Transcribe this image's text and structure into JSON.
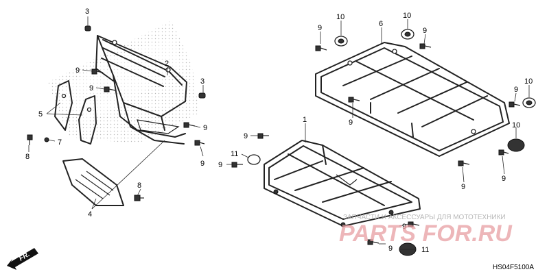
{
  "diagram_code": "HS04F5100A",
  "direction_label": "FR.",
  "watermark": {
    "tagline": "ЗАПЧАСТИ И АКСЕССУАРЫ ДЛЯ МОТОТЕХНИКИ",
    "brand": "PARTS FOR.RU"
  },
  "callouts": [
    {
      "id": "c3a",
      "text": "3"
    },
    {
      "id": "c2",
      "text": "2"
    },
    {
      "id": "c3b",
      "text": "3"
    },
    {
      "id": "c9a",
      "text": "9"
    },
    {
      "id": "c9b",
      "text": "9"
    },
    {
      "id": "c5",
      "text": "5"
    },
    {
      "id": "c7",
      "text": "7"
    },
    {
      "id": "c8a",
      "text": "8"
    },
    {
      "id": "c9c",
      "text": "9"
    },
    {
      "id": "c9d",
      "text": "9"
    },
    {
      "id": "c4",
      "text": "4"
    },
    {
      "id": "c8b",
      "text": "8"
    },
    {
      "id": "c1",
      "text": "1"
    },
    {
      "id": "c9e",
      "text": "9"
    },
    {
      "id": "c11a",
      "text": "11"
    },
    {
      "id": "c9f",
      "text": "9"
    },
    {
      "id": "c10a",
      "text": "10"
    },
    {
      "id": "c9g",
      "text": "9"
    },
    {
      "id": "c6",
      "text": "6"
    },
    {
      "id": "c10b",
      "text": "10"
    },
    {
      "id": "c9h",
      "text": "9"
    },
    {
      "id": "c9i",
      "text": "9"
    },
    {
      "id": "c9j",
      "text": "9"
    },
    {
      "id": "c10c",
      "text": "10"
    },
    {
      "id": "c9k",
      "text": "9"
    },
    {
      "id": "c10d",
      "text": "10"
    },
    {
      "id": "c9l",
      "text": "9"
    },
    {
      "id": "c9m",
      "text": "9"
    },
    {
      "id": "c9n",
      "text": "9"
    },
    {
      "id": "c11b",
      "text": "11"
    },
    {
      "id": "c9o",
      "text": "9"
    }
  ]
}
